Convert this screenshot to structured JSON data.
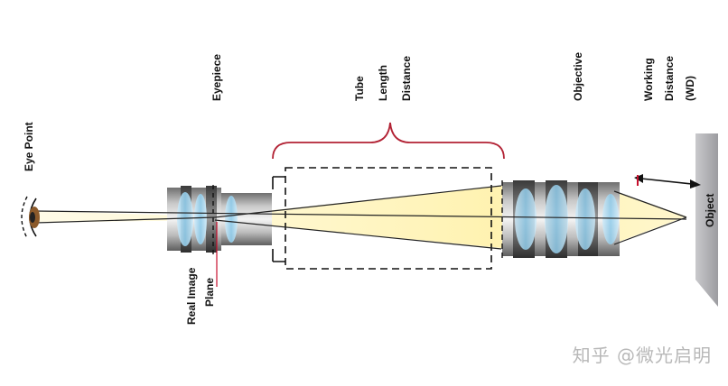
{
  "labels": {
    "eye_point": "Eye Point",
    "eyepiece": "Eyepiece",
    "tube_length": [
      "Tube",
      "Length",
      "Distance"
    ],
    "objective": "Objective",
    "working_distance": [
      "Working",
      "Distance",
      "(WD)"
    ],
    "object": "Object",
    "real_image_plane": [
      "Real Image",
      "Plane"
    ]
  },
  "watermark": "知乎 @微光启明",
  "colors": {
    "bracket": "#b22234",
    "marker": "#c8102e",
    "lens_blue": "#a9d8f0",
    "beam": "#fff6c8",
    "metal_dark": "#6f6f6f",
    "metal_light": "#d9d9d9",
    "object_plane": "#a9a9ad"
  }
}
